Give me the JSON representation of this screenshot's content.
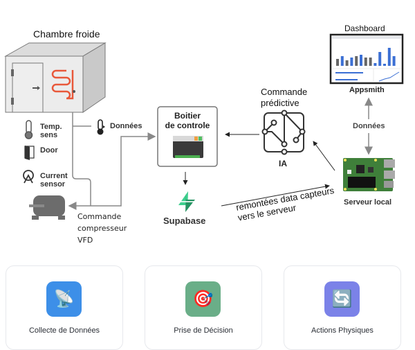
{
  "diagram": {
    "cold_room": {
      "title": "Chambre froide"
    },
    "sensors": [
      {
        "icon": "thermometer-icon",
        "label_line1": "Temp.",
        "label_line2": "sens"
      },
      {
        "icon": "door-icon",
        "label_line1": "Door",
        "label_line2": ""
      },
      {
        "icon": "current-sensor-icon",
        "label_line1": "Current",
        "label_line2": "sensor"
      }
    ],
    "data_label": "Données",
    "compressor_command": {
      "line1": "Commande",
      "line2": "compresseur",
      "line3": "VFD"
    },
    "control_box": {
      "line1": "Boitier",
      "line2": "de controle"
    },
    "supabase": {
      "label": "Supabase"
    },
    "predictive": {
      "line1": "Commande",
      "line2": "prédictive",
      "ia_label": "IA"
    },
    "dashboard": {
      "title": "Dashboard",
      "app": "Appsmith"
    },
    "server": {
      "label": "Serveur local",
      "data_label": "Données"
    },
    "upload_label": {
      "line1": "remontées data capteurs",
      "line2": "vers le serveur"
    },
    "colors": {
      "coil": "#e8583a",
      "line": "#888888",
      "supabase_green": "#3ecf8e"
    }
  },
  "cards": [
    {
      "label": "Collecte de Données",
      "icon": "satellite-dish-icon",
      "color": "#3d8fe8",
      "glyph": "📡"
    },
    {
      "label": "Prise de Décision",
      "icon": "target-dart-icon",
      "color": "#6aae88",
      "glyph": "🎯"
    },
    {
      "label": "Actions Physiques",
      "icon": "refresh-icon",
      "color": "#7b82e8",
      "glyph": "🔄"
    }
  ]
}
